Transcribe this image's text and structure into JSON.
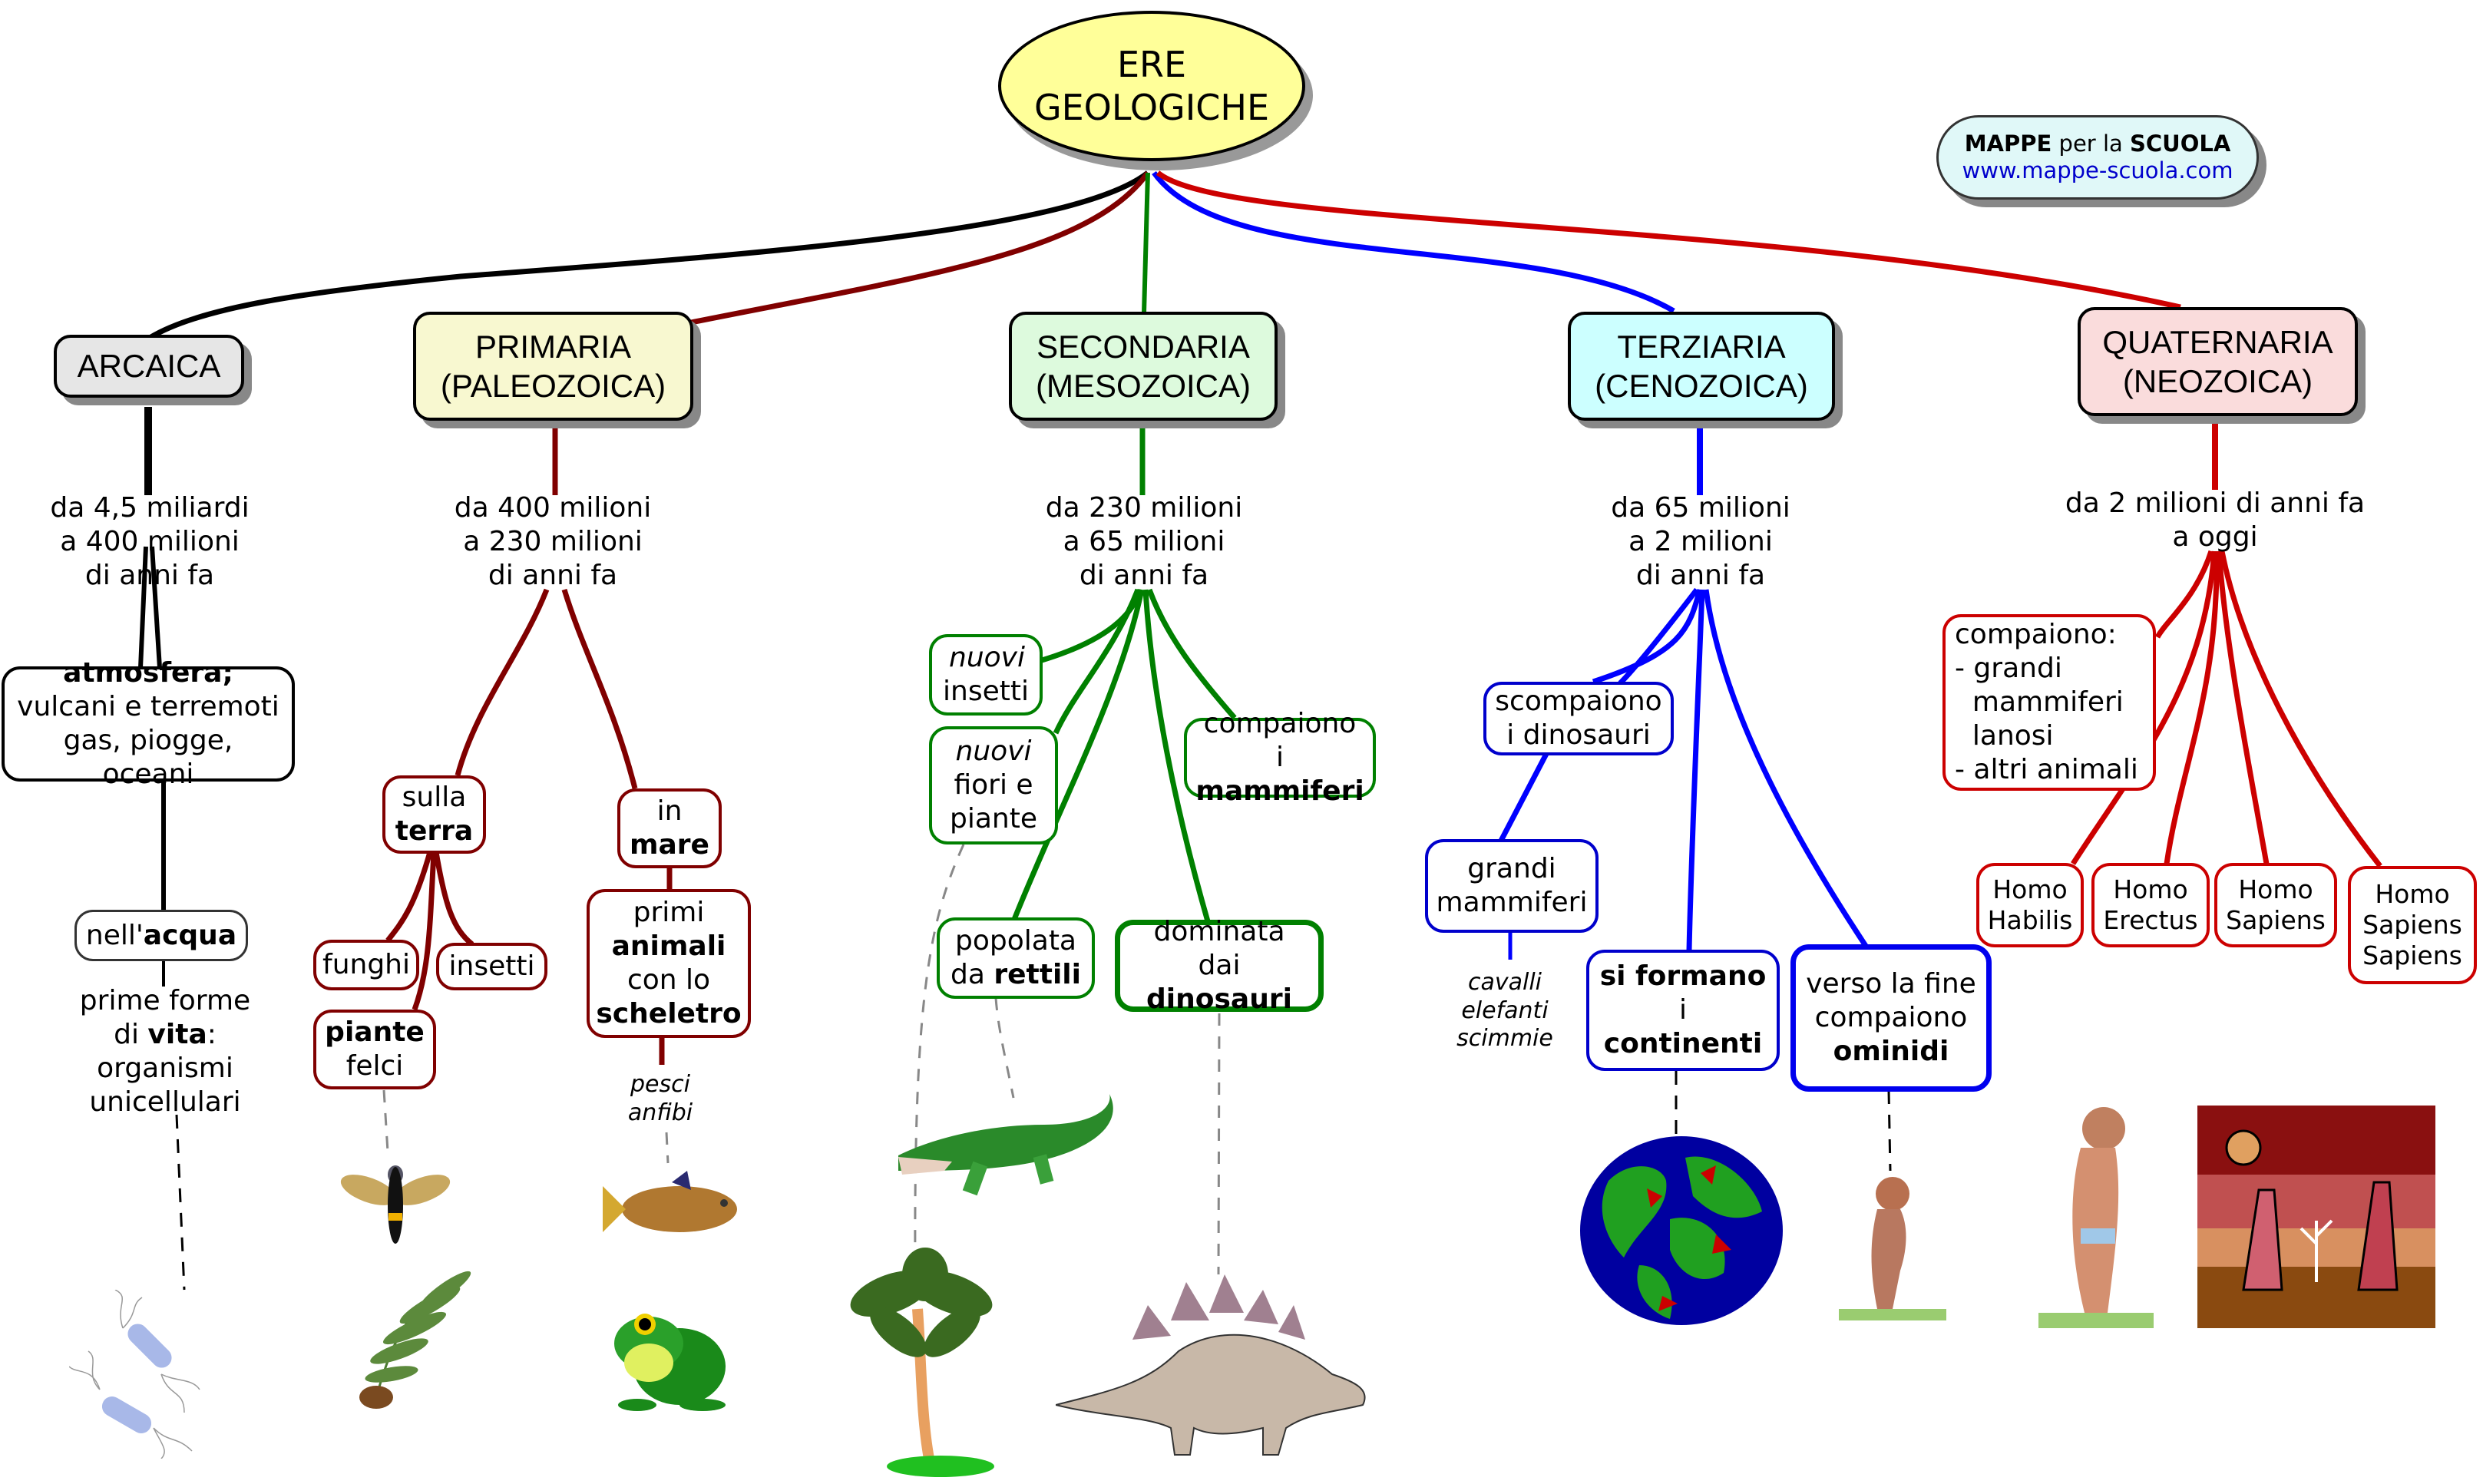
{
  "title": {
    "line1": "ERE",
    "line2": "GEOLOGICHE"
  },
  "logo": {
    "brand_bold1": "MAPPE",
    "brand_mid": " per la ",
    "brand_bold2": "SCUOLA",
    "url": "www.mappe-scuola.com"
  },
  "colors": {
    "arcaica": "#000000",
    "primaria": "#800000",
    "secondaria": "#008000",
    "terziaria": "#0000ff",
    "quaternaria": "#cc0000",
    "root_fill": "#ffff99"
  },
  "eras": [
    {
      "id": "arcaica",
      "line1": "ARCAICA",
      "line2": "",
      "fill": "#e6e6e6",
      "period": [
        "da 4,5 miliardi",
        "a 400 milioni",
        "di anni fa"
      ]
    },
    {
      "id": "primaria",
      "line1": "PRIMARIA",
      "line2": "(PALEOZOICA)",
      "fill": "#f8f8d0",
      "period": [
        "da 400 milioni",
        "a 230 milioni",
        "di anni fa"
      ]
    },
    {
      "id": "secondaria",
      "line1": "SECONDARIA",
      "line2": "(MESOZOICA)",
      "fill": "#ddfadd",
      "period": [
        "da 230 milioni",
        "a 65 milioni",
        "di anni fa"
      ]
    },
    {
      "id": "terziaria",
      "line1": "TERZIARIA",
      "line2": "(CENOZOICA)",
      "fill": "#ccffff",
      "period": [
        "da 65 milioni",
        "a 2 milioni",
        "di anni fa"
      ]
    },
    {
      "id": "quaternaria",
      "line1": "QUATERNARIA",
      "line2": "(NEOZOICA)",
      "fill": "#fadcdc",
      "period": [
        "da 2 milioni di anni fa",
        "a oggi"
      ]
    }
  ],
  "arcaica": {
    "atmosfera": {
      "bold": "atmosfera;",
      "l2": "vulcani e terremoti",
      "l3": "gas, piogge, oceani"
    },
    "acqua": {
      "pre": "nell'",
      "bold": "acqua"
    },
    "vita": {
      "l1": "prime forme",
      "l2pre": "di ",
      "l2bold": "vita",
      "l2post": ":",
      "l3": "organismi",
      "l4": "unicellulari"
    },
    "image": "bacteria"
  },
  "primaria": {
    "terra": {
      "l1": "sulla",
      "bold": "terra"
    },
    "funghi": "funghi",
    "insetti": "insetti",
    "piante": {
      "bold": "piante",
      "l2": "felci"
    },
    "mare": {
      "l1": "in",
      "bold": "mare"
    },
    "animali": {
      "l1": "primi",
      "bold1": "animali",
      "l3": "con lo",
      "bold2": "scheletro"
    },
    "note": [
      "pesci",
      "anfibi"
    ],
    "images": [
      "wasp",
      "fern",
      "fish",
      "frog"
    ]
  },
  "secondaria": {
    "insetti": {
      "ital": "nuovi",
      "l2": "insetti"
    },
    "fiori": {
      "ital": "nuovi",
      "l2": "fiori e",
      "l3": "piante"
    },
    "mammiferi": {
      "l1": "compaiono i",
      "bold": "mammiferi"
    },
    "rettili": {
      "l1": "popolata",
      "pre": "da ",
      "bold": "rettili"
    },
    "dinosauri": {
      "l1": "dominata dai",
      "bold": "dinosauri"
    },
    "images": [
      "palm-tree",
      "crocodile",
      "stegosaurus"
    ]
  },
  "terziaria": {
    "scompaiono": {
      "l1": "scompaiono",
      "l2": "i dinosauri"
    },
    "grandi": {
      "l1": "grandi",
      "l2": "mammiferi"
    },
    "note": [
      "cavalli",
      "elefanti",
      "scimmie"
    ],
    "continenti": {
      "bold1": "si formano",
      "pre": "i ",
      "bold2": "continenti"
    },
    "ominidi": {
      "l1": "verso la fine",
      "l2": "compaiono",
      "bold": "ominidi"
    },
    "images": [
      "globe",
      "hominid"
    ]
  },
  "quaternaria": {
    "compaiono": [
      "compaiono:",
      "- grandi",
      "  mammiferi",
      "  lanosi",
      "- altri animali"
    ],
    "homo": [
      {
        "l1": "Homo",
        "l2": "Habilis"
      },
      {
        "l1": "Homo",
        "l2": "Erectus"
      },
      {
        "l1": "Homo",
        "l2": "Sapiens"
      },
      {
        "l1": "Homo",
        "l2": "Sapiens",
        "l3": "Sapiens"
      }
    ],
    "images": [
      "early-human",
      "primitive-farmers"
    ]
  }
}
